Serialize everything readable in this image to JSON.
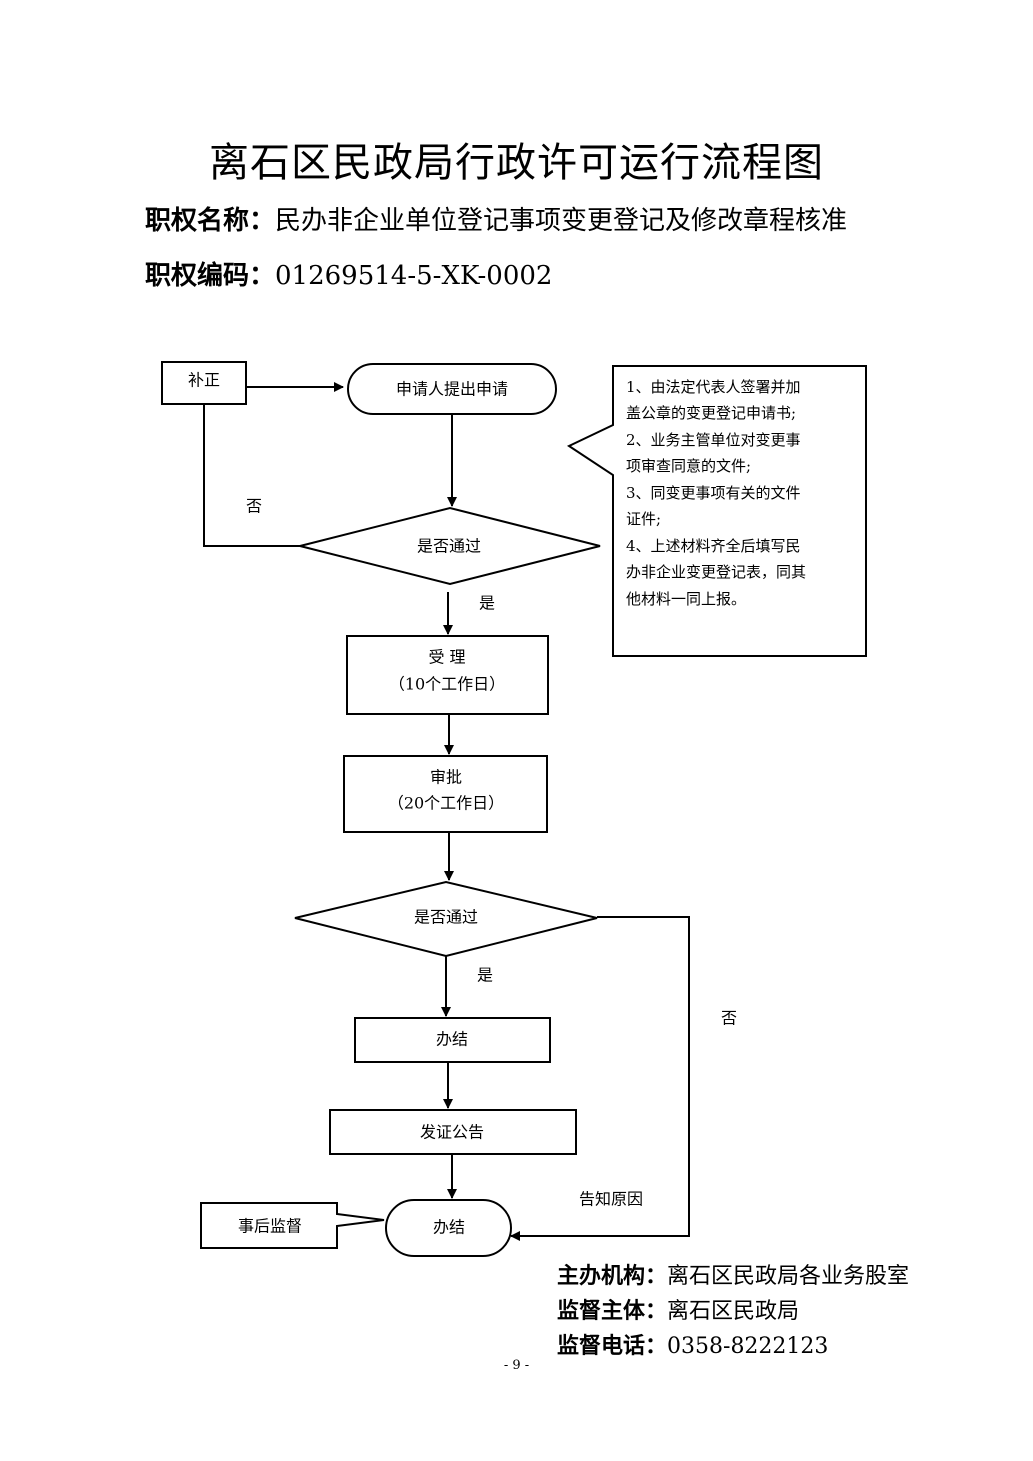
{
  "title": "离石区民政局行政许可运行流程图",
  "meta": {
    "name_label": "职权名称：",
    "name_value": "民办非企业单位登记事项变更登记及修改章程核准",
    "code_label": "职权编码：",
    "code_value": "01269514-5-XK-0002"
  },
  "flow": {
    "correct": "补正",
    "apply": "申请人提出申请",
    "check1": "是否通过",
    "no1": "否",
    "yes1": "是",
    "accept": "受 理",
    "accept_days": "（10个工作日）",
    "approve": "审批",
    "approve_days": "（20个工作日）",
    "check2": "是否通过",
    "yes2": "是",
    "no2": "否",
    "conclude": "办结",
    "publish": "发证公告",
    "final": "办结",
    "supervise": "事后监督",
    "notify": "告知原因"
  },
  "note": {
    "lines": [
      "1、由法定代表人签署并加",
      "盖公章的变更登记申请书;",
      "2、业务主管单位对变更事",
      "项审查同意的文件;",
      "3、同变更事项有关的文件",
      "证件;",
      "4、上述材料齐全后填写民",
      "办非企业变更登记表，同其",
      "他材料一同上报。"
    ]
  },
  "footer": {
    "org_label": "主办机构：",
    "org_value": "离石区民政局各业务股室",
    "sup_label": "监督主体：",
    "sup_value": "离石区民政局",
    "tel_label": "监督电话：",
    "tel_value": "0358-8222123"
  },
  "page_number": "- 9 -"
}
